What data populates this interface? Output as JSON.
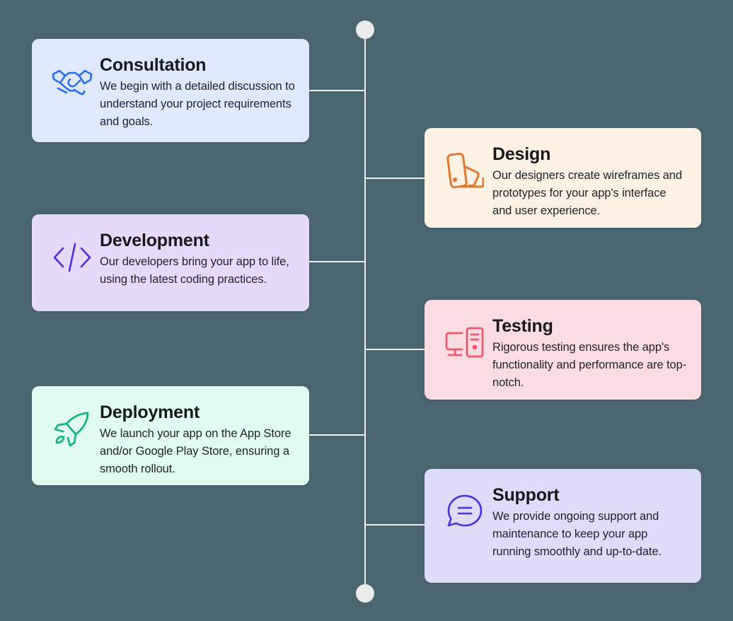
{
  "diagram": {
    "type": "alternating-vertical-timeline",
    "background_color": "#4a6670",
    "spine_color": "#f0f0ee",
    "node_color": "#ebebe9",
    "steps": [
      {
        "id": "consultation",
        "side": "left",
        "order": 1,
        "title": "Consultation",
        "description": "We begin with a detailed discussion to understand your project requirements and goals.",
        "icon": "handshake-icon",
        "icon_color": "#2d6df6",
        "card_color": "#dee9fd"
      },
      {
        "id": "design",
        "side": "right",
        "order": 2,
        "title": "Design",
        "description": "Our designers create wireframes and prototypes for your app's interface and user experience.",
        "icon": "color-swatch-fan-icon",
        "icon_color": "#e07a33",
        "card_color": "#fdf1e4"
      },
      {
        "id": "development",
        "side": "left",
        "order": 3,
        "title": "Development",
        "description": "Our developers bring your app to life, using the latest coding practices.",
        "icon": "code-brackets-icon",
        "icon_color": "#4a2fe0",
        "card_color": "#e6dafb"
      },
      {
        "id": "testing",
        "side": "right",
        "order": 4,
        "title": "Testing",
        "description": "Rigorous testing ensures the app's functionality and performance are top-notch.",
        "icon": "desktop-computer-icon",
        "icon_color": "#f2556f",
        "card_color": "#fbdce3"
      },
      {
        "id": "deployment",
        "side": "left",
        "order": 5,
        "title": "Deployment",
        "description": "We launch your app on the App Store and/or Google Play Store, ensuring a smooth rollout.",
        "icon": "rocket-icon",
        "icon_color": "#12b579",
        "card_color": "#e0fcf1"
      },
      {
        "id": "support",
        "side": "right",
        "order": 6,
        "title": "Support",
        "description": "We provide ongoing support and maintenance to keep your app running smoothly and up-to-date.",
        "icon": "speech-bubble-equals-icon",
        "icon_color": "#4a2fe0",
        "card_color": "#dedcfb"
      }
    ]
  }
}
